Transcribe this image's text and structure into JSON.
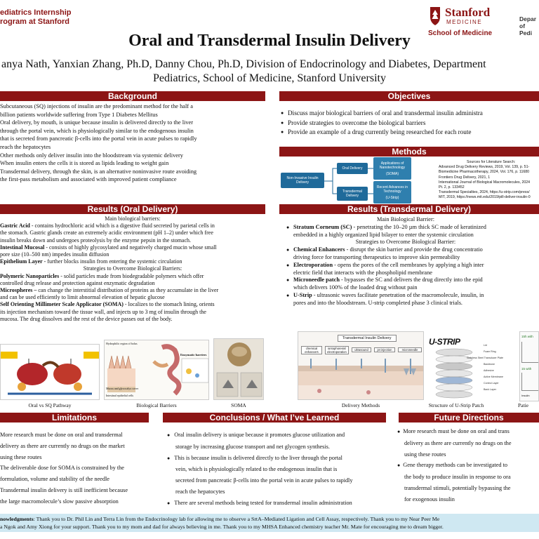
{
  "header": {
    "program_line1": "ediatrics Internship",
    "program_line2": "rogram at Stanford",
    "title": "Oral and Transdermal Insulin Delivery",
    "authors_line1": "anya Nath, Yanxian Zhang, Ph.D, Danny Chou, Ph.D, Division of Endocrinology and Diabetes, Department",
    "authors_line2": "Pediatrics, School of Medicine, Stanford University",
    "logo_word": "Stanford",
    "logo_sub": "MEDICINE",
    "logo_school": "School of Medicine",
    "dept_line1": "Depar",
    "dept_line2": "of Pedi"
  },
  "background": {
    "heading": "Background",
    "lines": [
      "Subcutaneous (SQ) injections of insulin are the predominant method for the half a",
      "billion patients worldwide suffering from Type 1 Diabetes Mellitus",
      "Oral delivery, by mouth, is unique because insulin is delivered directly to the liver",
      "through the portal vein, which is physiologically similar to the endogenous insulin",
      "that is secreted from pancreatic β-cells into the portal vein in acute pulses to rapidly",
      "reach the hepatocytes",
      "Other methods only deliver insulin into the bloodstream via systemic delivery",
      "When insulin enters the cells it is stored as lipids leading to weight gain",
      "Transdermal delivery, through the skin, is an alternative noninvasive route avoiding",
      "the first-pass metabolism and associated with improved patient compliance"
    ]
  },
  "objectives": {
    "heading": "Objectives",
    "items": [
      "Discuss major biological barriers of oral and transdermal insulin administra",
      "Provide strategies to overcome the biological barriers",
      "Provide an example of a drug currently being researched for each route"
    ]
  },
  "methods": {
    "heading": "Methods",
    "diagram": {
      "root": "Non-Invasive Insulin Delivery",
      "oral": "Oral Delivery",
      "transdermal": "Transdermal Delivery",
      "nano": "Applications of Nanotechnology",
      "soma": "(SOMA)",
      "recent": "Recent Advances in Technology",
      "ustrip": "(U-Strip)"
    },
    "sources": [
      "Sources for Literature Search:",
      "Advanced Drug Delivery Reviews, 2019, Vol. 139, p. 51-",
      "Biomedicine Pharmacotherapy, 2024, Vol. 176, p. 11680",
      "Frontiers Drug Delivery, 2021, 1",
      "International Journal of Biological Macromolecules, 2024",
      "Pt. 2, p. 133452",
      "Transdermal Specialties, 2024, https://u-strip.com/press/",
      "MIT, 2019, https://news.mit.edu/2019/pill-deliver-insulin-0"
    ]
  },
  "results_oral": {
    "heading": "Results (Oral Delivery)",
    "barriers_title": "Main biological barriers:",
    "gastric_term": "Gastric Acid",
    "gastric_line1": " - contains hydrochloric acid which is a digestive fluid secreted by parietal cells in",
    "gastric_line2": "the stomach. Gastric glands create an extremely acidic environment (pH 1–2) under which free",
    "gastric_line3": "insulin breaks down and undergoes proteolysis by the enzyme pepsin in the stomach.",
    "mucosal_term": "Intestinal Mucosal",
    "mucosal_line1": " - consists of highly glycosylated and negatively charged mucin whose small",
    "mucosal_line2": "pore size (10–500 nm) impedes insulin diffusion",
    "epithelium_term": "Epithelium Layer",
    "epithelium_line1": " - further blocks insulin from entering the systemic circulation",
    "strategies_title": "Strategies to Overcome Biological Barriers:",
    "nano_term": "Polymeric Nanoparticles",
    "nano_line1": " - solid particles made from biodegradable polymers which offer",
    "nano_line2": "controlled drug release and protection against enzymatic degradation",
    "micro_term": "Microspheres –",
    "micro_line1": " can change the interstitial distribution of proteins as they accumulate in the liver",
    "micro_line2": "and can be used efficiently to limit abnormal elevation of hepatic glucose",
    "soma_term": "Self Orienting Millimeter Scale Applicator",
    "soma_paren": " (SOMA)",
    "soma_line1": " - localizes to the stomach lining, orients",
    "soma_line2": "its injection mechanism toward the tissue wall, and injects up to 3 mg of insulin through the",
    "soma_line3": "mucosa. The drug dissolves and the rest of the device passes out of the body.",
    "captions": [
      "Oral vs SQ Pathway",
      "Biological Barriers",
      "SOMA"
    ],
    "figure_labels": {
      "villi": "Hydrophilic region of bolus",
      "mucus": "Mucus and glycocalyx cover",
      "epithelial": "Intestinal epithelial cells",
      "enzymatic": "Enzymatic barriers"
    }
  },
  "results_transdermal": {
    "heading": "Results (Transdermal Delivery)",
    "barrier_title": "Main Biological Barrier:",
    "sc_term": "Stratum Corneum (SC)",
    "sc_line1": " - penetrating the 10–20 µm thick SC made of keratinized",
    "sc_line2": "embedded in a highly organized lipid bilayer to enter the systemic circulation",
    "strategies_title": "Strategies to Overcome Biological Barrier:",
    "ce_term": "Chemical Enhancers",
    "ce_line1": " - disrupt the skin barrier and provide the drug concentratio",
    "ce_line2": "driving force for transporting therapeutics to improve skin permeability",
    "ep_term": "Electroporation",
    "ep_line1": " - opens the pores of the cell membranes by applying a high inter",
    "ep_line2": "electric field that interacts with the phospholipid membrane",
    "mn_term": "Microneedle patch",
    "mn_line1": " - bypasses the SC and delivers the drug directly into the epid",
    "mn_line2": "which delivers 100% of the loaded drug without pain",
    "us_term": "U-Strip",
    "us_line1": " - ultrasonic waves facilitate penetration of the macromolecule, insulin, in",
    "us_line2": "pores and into the bloodstream. U-strip completed phase 3 clinical trials.",
    "diagram_title": "Transdermal Insulin Delivery",
    "diagram_boxes": [
      "chemical enhancers",
      "iontophoresis/ electroporation",
      "ultrasound",
      "jet injection",
      "microneedle"
    ],
    "ustrip_brand": "U-STRIP",
    "ustrip_labels": [
      "Lid",
      "Foam Ring",
      "Stainless Steel Transducer Plate",
      "Backbone",
      "Adhesive",
      "Active Membrane",
      "Control Layer",
      "Back Layer"
    ],
    "captions": [
      "Delivery Methods",
      "Structure of U-Strip Patch",
      "Patie"
    ],
    "patient_labels": [
      "15h with",
      "15 with",
      "Insulin"
    ]
  },
  "limitations": {
    "heading": "Limitations",
    "lines": [
      "More research must be done on oral and transdermal",
      "delivery as there are currently no drugs on the market",
      "using these routes",
      "The deliverable dose for SOMA is constrained by the",
      "formulation, volume and stability of the needle",
      "Transdermal insulin delivery is still inefficient because",
      "the large macromolecule’s slow passive absorption"
    ]
  },
  "conclusions": {
    "heading": "Conclusions / What I’ve Learned",
    "lines": [
      "Oral insulin delivery is unique because it promotes glucose utilization and",
      "storage by increasing glucose transport and net glycogen synthesis.",
      "This is because insulin is delivered directly to the liver through the portal",
      "vein, which is physiologically related to the endogenous insulin that is",
      "secreted from pancreatic β-cells into the portal vein in acute pulses to rapidly",
      "reach the hepatocytes",
      "There are several methods being tested for transdermal insulin administration"
    ]
  },
  "future": {
    "heading": "Future Directions",
    "lines": [
      "More research must be done on oral and trans",
      "delivery as there are currently no drugs on the",
      "using these routes",
      "Gene therapy methods can be investigated to",
      "the body to produce insulin in response to ora",
      "transdermal stimuli, potentially bypassing the",
      "for exogenous insulin"
    ]
  },
  "acknowledgments": {
    "label": "nowledgments",
    "line1": ": Thank you to  Dr. Phil Lin and Terra Lin from the Endocrinology lab for allowing me to observe a SrtA–Mediated Ligation and Cell Assay,  respectively. Thank you to my Near Peer Me",
    "line2": "a Ngok and Amy Xiong for your support. Thank you to my mom and dad for always believing in me. Thank you to my MHSA Enhanced chemistry teacher Mr. Mate for encouraging me to dream bigger."
  },
  "colors": {
    "cardinal": "#8c1515",
    "methods_blue": "#1f6a9a",
    "ack_bg": "#cfe8f2"
  }
}
